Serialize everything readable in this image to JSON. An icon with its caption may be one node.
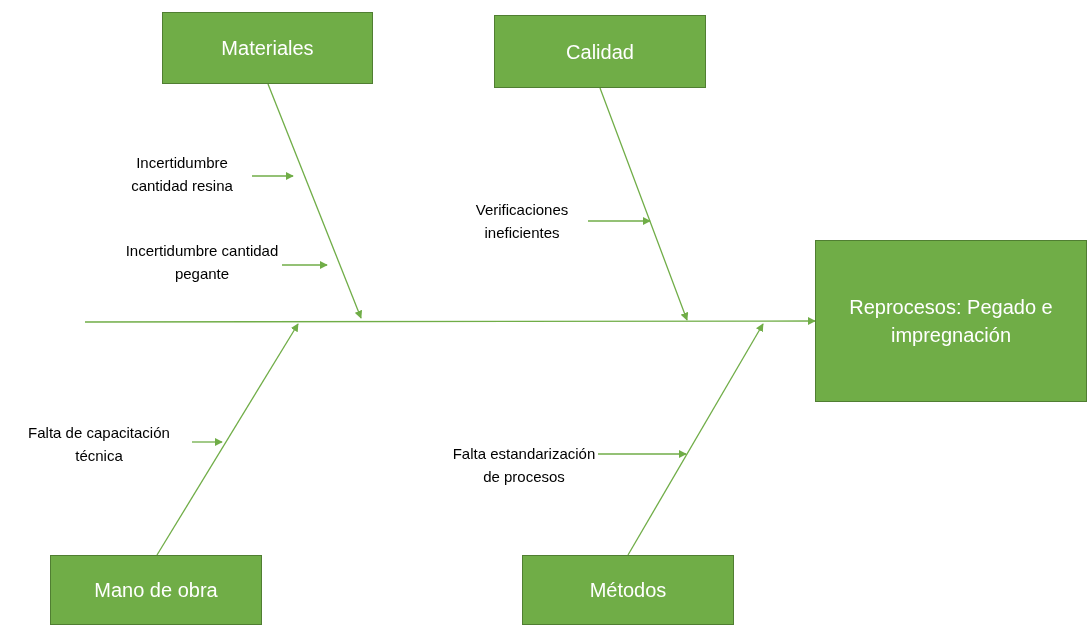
{
  "diagram": {
    "nodes": [
      {
        "text": [
          "Materiales"
        ]
      },
      {
        "text": [
          "Calidad"
        ]
      },
      {
        "text": [
          "Reprocesos: Pegado e impregnación"
        ]
      },
      {
        "text": [
          "Mano de obra"
        ]
      },
      {
        "text": [
          "Métodos"
        ]
      },
      {
        "text": [
          "Incertidumbre cantidad resina"
        ]
      },
      {
        "text": [
          "Incertidumbre cantidad pegante"
        ]
      },
      {
        "text": [
          "Verificaciones ineficientes"
        ]
      },
      {
        "text": [
          "Falta de capacitación técnica"
        ]
      },
      {
        "text": [
          "Falta estandarización de procesos"
        ]
      }
    ],
    "edges": [
      {
        "from": null,
        "to": 2,
        "arrow": "to"
      },
      {
        "from": 0,
        "to": null,
        "arrow": "to"
      },
      {
        "from": 1,
        "to": null,
        "arrow": "to"
      },
      {
        "from": 3,
        "to": null,
        "arrow": "to"
      },
      {
        "from": 4,
        "to": null,
        "arrow": "to"
      },
      {
        "from": 5,
        "to": null,
        "arrow": "to"
      },
      {
        "from": 6,
        "to": null,
        "arrow": "to"
      },
      {
        "from": 7,
        "to": null,
        "arrow": "to"
      },
      {
        "from": 8,
        "to": null,
        "arrow": "to"
      },
      {
        "from": 9,
        "to": null,
        "arrow": "to"
      }
    ]
  }
}
